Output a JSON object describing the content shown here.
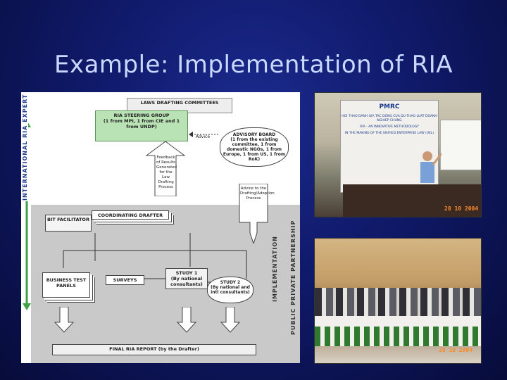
{
  "slide": {
    "title": "Example: Implementation of RIA"
  },
  "diagram": {
    "side_labels": {
      "left": "INTERNATIONAL RIA EXPERT",
      "right_outer": "PUBLIC PRIVATE PARTNERSHIP",
      "right_inner": "IMPLEMENTATION"
    },
    "laws_drafting": "LAWS DRAFTING COMMITTEES",
    "steering_group": "RIA STEERING GROUP\n(1 from MPI, 1 from CIE and 1 from UNDP)",
    "advice_label": "Advice",
    "advisory_board": "ADVISORY BOARD\n(1 from the existing committee, 1 from domestic NGOs, 1 from Europe, 1 from US, 1 from RoK)",
    "feedback": "Feedback of Results Generated for the Law Drafting Process",
    "advice_drafting": "Advice to the Drafting/Adoption Process",
    "coordinating_drafter": "COORDINATING DRAFTER",
    "bit_facilitator": "BIT FACILITATOR",
    "business_test_panels": "BUSINESS TEST PANELS",
    "surveys": "SURVEYS",
    "study1": "STUDY 1\n(By national consultants)",
    "study2": "STUDY 2\n(By national and intl consultants)",
    "final_report": "FINAL RIA REPORT (by the Drafter)"
  },
  "photos": {
    "photo1": {
      "banner_lines": [
        "PMRC",
        "HOI THAO DANH GIA TAC DONG CUA DU THAO LUAT DOANH NGHIEP CHUNG",
        "RIA - AN INNOVATIVE METHODOLOGY",
        "IN THE MAKING OF THE UNIFIED ENTERPRISE LAW (UEL)"
      ],
      "date_stamp": "28 10 2004"
    },
    "photo2": {
      "date_stamp": "28 10 2004"
    }
  },
  "colors": {
    "background": "#101a6a",
    "title": "#c8d8ff",
    "steering_fill": "#b9e3b4",
    "stamp": "#ff8a2a"
  }
}
